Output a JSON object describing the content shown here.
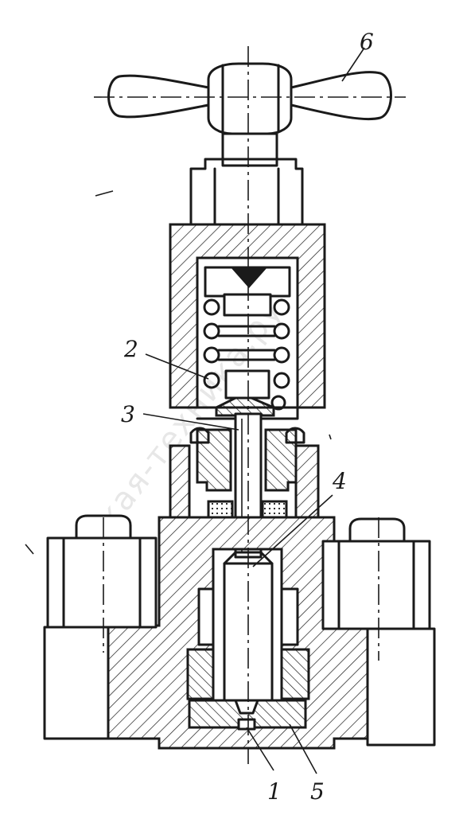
{
  "diagram": {
    "labels": {
      "l1": "1",
      "l2": "2",
      "l3": "3",
      "l4": "4",
      "l5": "5",
      "l6": "6"
    },
    "watermark": "русская-техника.ру"
  }
}
